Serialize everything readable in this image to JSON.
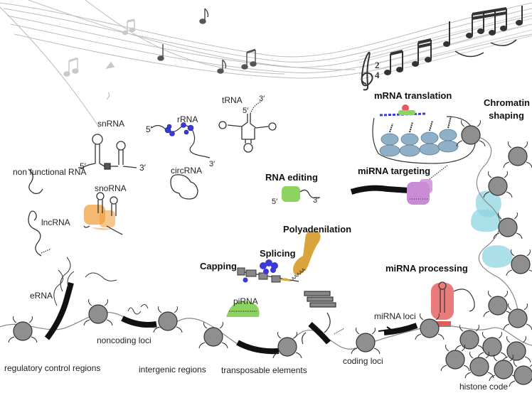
{
  "labels": {
    "non_functional_rna": "non functional RNA",
    "lncrna": "lncRNA",
    "snrna": "snRNA",
    "snorna": "snoRNA",
    "rrna": "rRNA",
    "trna": "tRNA",
    "circrna": "circRNA",
    "erna": "eRNA",
    "pirna": "piRNA",
    "prime5": "5′",
    "prime3": "3′",
    "regulatory_control_regions": "regulatory control regions",
    "noncoding_loci": "noncoding loci",
    "intergenic_regions": "intergenic regions",
    "transposable_elements": "transposable elements",
    "coding_loci": "coding loci",
    "mirna_loci": "miRNA loci",
    "histone_code": "histone code",
    "polyA": "AAAAA"
  },
  "processes": {
    "mrna_translation": "mRNA translation",
    "chromatin_shaping": "Chromatin shaping",
    "rna_editing": "RNA editing",
    "mirna_targeting": "miRNA targeting",
    "polyadenilation": "Polyadenilation",
    "capping": "Capping",
    "splicing": "Splicing",
    "mirna_processing": "miRNA processing"
  },
  "music": {
    "time_signature_top": "2",
    "time_signature_bottom": "4"
  },
  "colors": {
    "stave": "#bdbdbd",
    "nucleosome_fill": "#8f8f8f",
    "snorna_orange": "#f0a040",
    "rrna_blue": "#3a3ad8",
    "editing_green": "#8dd35f",
    "targeting_purple": "#c98ad6",
    "processing_red": "#e45a5a",
    "chromatin_cyan": "#8fd6e0",
    "polyA_gold": "#d9a43c",
    "ribosome_blue": "#8fb0c6"
  }
}
